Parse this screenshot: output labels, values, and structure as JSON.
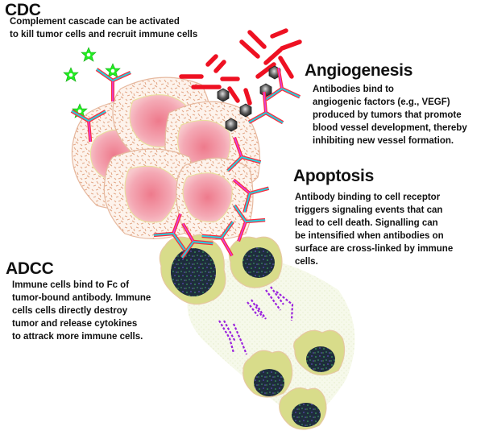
{
  "sections": {
    "cdc": {
      "title": "CDC",
      "lines": [
        "Complement cascade can be activated",
        "to kill tumor cells and recruit immune cells"
      ]
    },
    "angiogenesis": {
      "title": "Angiogenesis",
      "lines": [
        "Antibodies bind to",
        "angiogenic factors (e.g., VEGF)",
        "produced by tumors that promote",
        "blood vessel development, thereby",
        "inhibiting new vessel formation."
      ]
    },
    "apoptosis": {
      "title": "Apoptosis",
      "lines": [
        "Antibody binding to cell receptor",
        "triggers signaling events that can",
        "lead to cell death.  Signalling can",
        "be intensified when antibodies on",
        "surface are cross-linked by immune",
        "cells."
      ]
    },
    "adcc": {
      "title": "ADCC",
      "lines": [
        "Immune cells bind to Fc of",
        "tumor-bound antibody.  Immune",
        "cells cells directly destroy",
        "tumor and release cytokines",
        "to attrack more immune cells."
      ]
    }
  },
  "colors": {
    "antibody_heavy": "#ff2a3c",
    "antibody_light": "#22d3e0",
    "antibody_fc": "#e040e0",
    "vegf": "#ee1122",
    "complement_star": "#22ee22",
    "tumor_cytoplasm": "#fdf1ea",
    "tumor_speckle": "#e0a888",
    "tumor_nucleus": "#f08898",
    "immune_cell": "#d8dc8a",
    "immune_nucleus": "#2a3a4a",
    "cytokine": "#9a22dd",
    "hexagon": "#555555"
  }
}
